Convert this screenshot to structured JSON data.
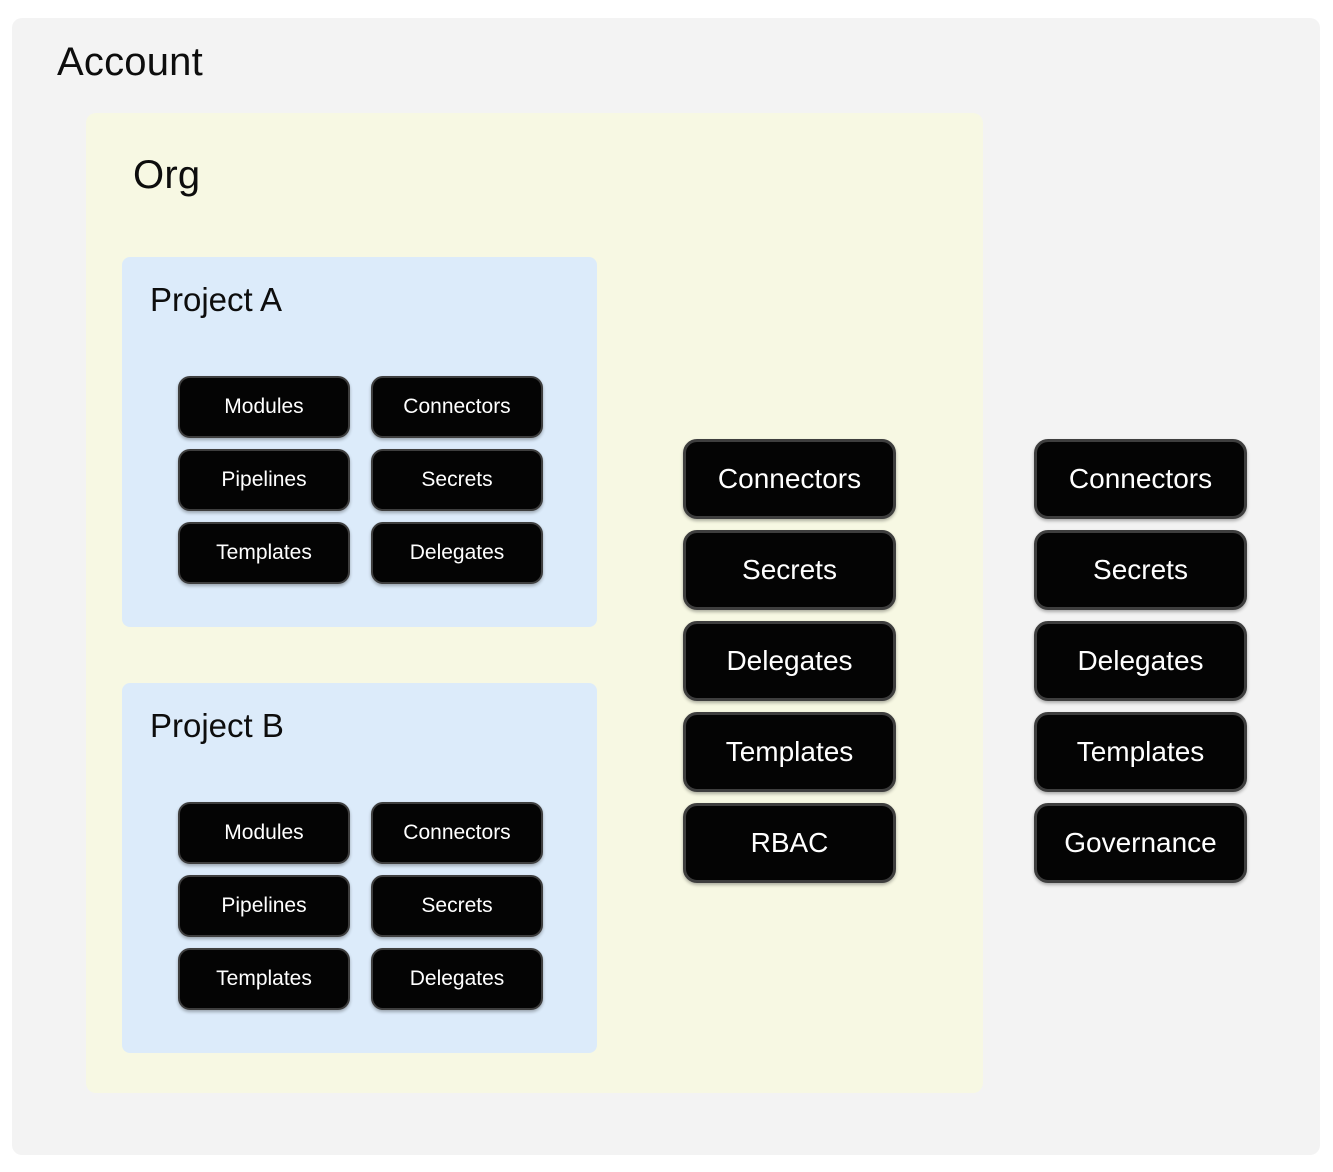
{
  "account": {
    "title": "Account",
    "resources": [
      "Connectors",
      "Secrets",
      "Delegates",
      "Templates",
      "Governance"
    ]
  },
  "org": {
    "title": "Org",
    "resources": [
      "Connectors",
      "Secrets",
      "Delegates",
      "Templates",
      "RBAC"
    ]
  },
  "projects": [
    {
      "title": "Project A",
      "items": [
        "Modules",
        "Connectors",
        "Pipelines",
        "Secrets",
        "Templates",
        "Delegates"
      ]
    },
    {
      "title": "Project B",
      "items": [
        "Modules",
        "Connectors",
        "Pipelines",
        "Secrets",
        "Templates",
        "Delegates"
      ]
    }
  ],
  "colors": {
    "page_bg": "#ffffff",
    "account_bg": "#f3f3f3",
    "org_bg": "#f7f8e3",
    "project_bg": "#dcebfa",
    "node_bg": "#040404",
    "node_border": "#3e3e3e",
    "node_text": "#ffffff",
    "heading_text": "#0d0d0d"
  }
}
